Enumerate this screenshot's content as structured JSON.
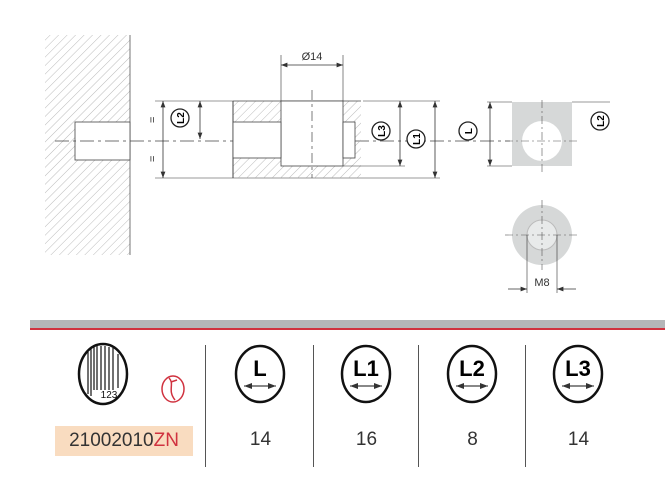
{
  "drawing": {
    "diameter_label": "Ø14",
    "thread_label": "M8",
    "dim_symbols": [
      "L",
      "L1",
      "L2",
      "L3"
    ],
    "equal_mark": "="
  },
  "table": {
    "article_code": "21002010",
    "article_suffix": "ZN",
    "barcode_digits": "123",
    "columns": [
      {
        "symbol": "L",
        "value": "14"
      },
      {
        "symbol": "L1",
        "value": "16"
      },
      {
        "symbol": "L2",
        "value": "8"
      },
      {
        "symbol": "L3",
        "value": "14"
      }
    ]
  },
  "colors": {
    "accent": "#d0323f",
    "bar": "#b4b6b8",
    "code_bg": "#f9dcc0"
  }
}
